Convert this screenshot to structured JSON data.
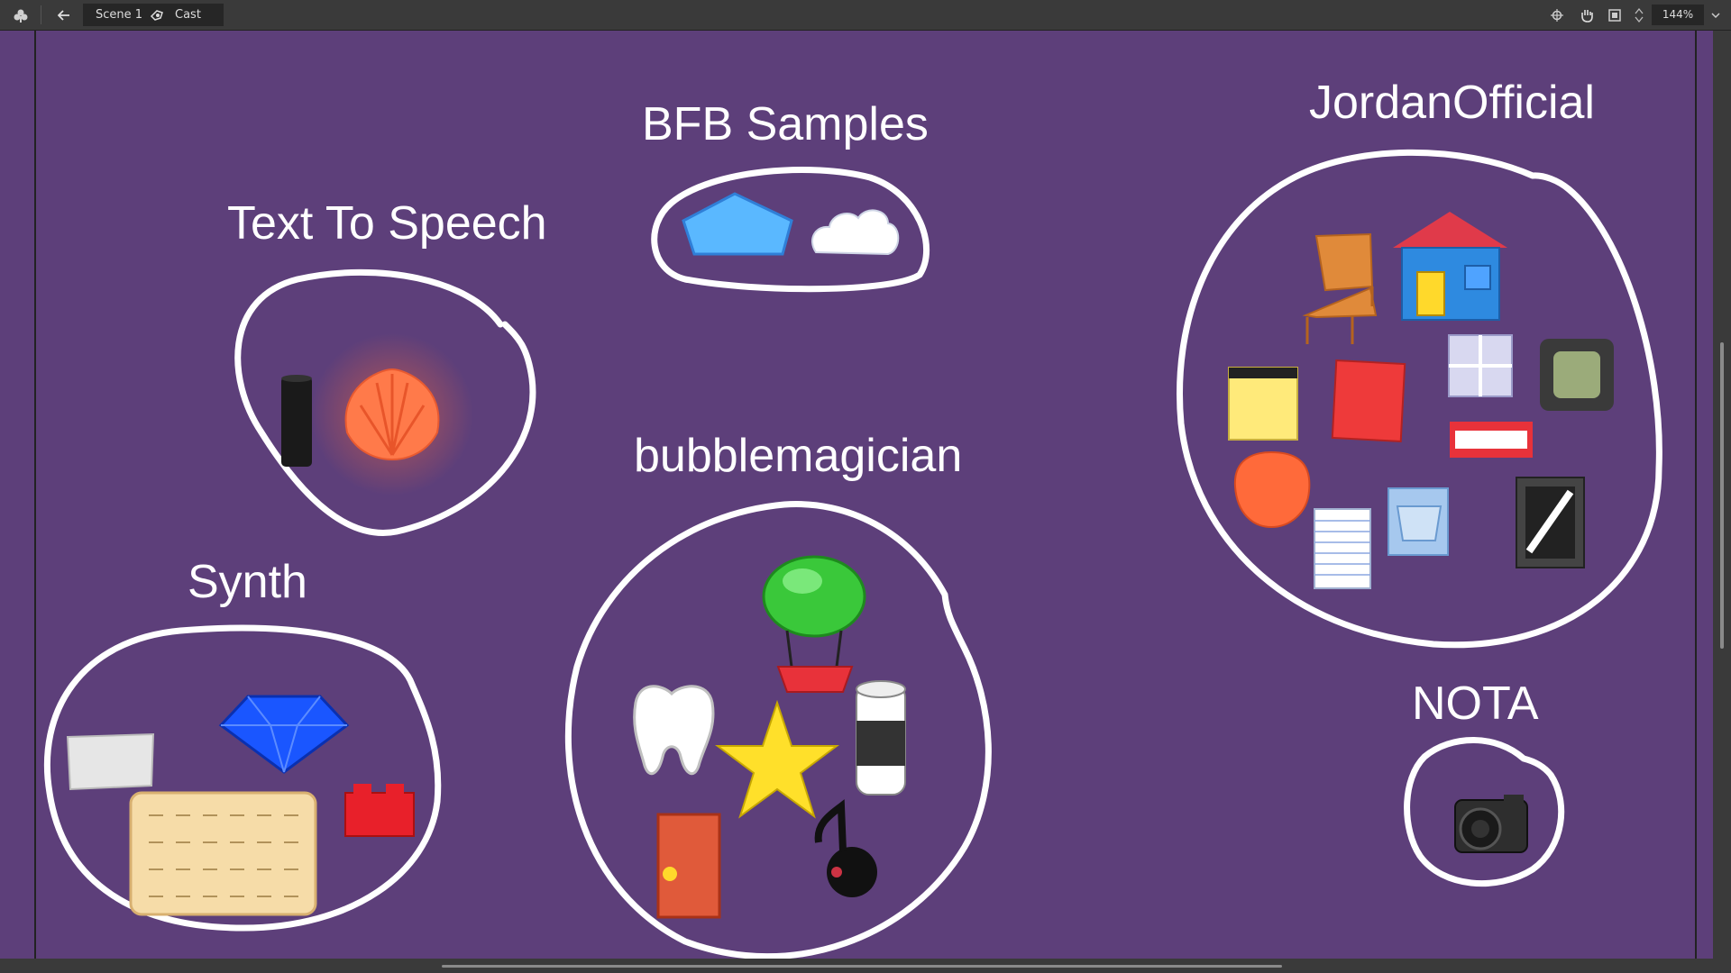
{
  "toolbar": {
    "scene_label": "Scene 1",
    "cast_label": "Cast",
    "zoom_value": "144%"
  },
  "icons": {
    "app": "clover-icon",
    "back": "back-arrow-icon",
    "cast": "puppet-hand-icon",
    "target": "crosshair-icon",
    "hand": "hand-icon",
    "frame": "frame-icon",
    "stepper": "zoom-stepper-icon",
    "dropdown": "chevron-down-icon"
  },
  "groups": {
    "tts": {
      "title": "Text To Speech"
    },
    "bfb": {
      "title": "BFB Samples"
    },
    "jordan": {
      "title": "JordanOfficial"
    },
    "synth": {
      "title": "Synth"
    },
    "bubble": {
      "title": "bubblemagician"
    },
    "nota": {
      "title": "NOTA"
    }
  },
  "colors": {
    "stage": "#5d3f7a",
    "toolbar": "#3a3a3a",
    "outline": "#ffffff"
  }
}
